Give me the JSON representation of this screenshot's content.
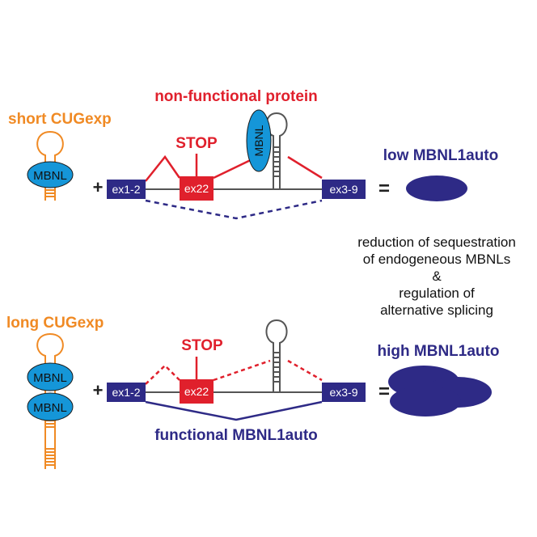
{
  "colors": {
    "orange": "#F08A24",
    "red": "#E0202C",
    "navy": "#2E2A86",
    "mbnl_blue": "#1596D8",
    "grey": "#555555"
  },
  "top": {
    "label": "short CUGexp",
    "mbnl": "MBNL",
    "plus": "+",
    "ex1": "ex1-2",
    "ex22": "ex22",
    "ex3": "ex3-9",
    "stop": "STOP",
    "title": "non-functional protein",
    "bound_mbnl": "MBNL",
    "equals": "=",
    "result": "low MBNL1auto"
  },
  "middle_note": {
    "line1": "reduction of sequestration",
    "line2": "of endogeneous MBNLs",
    "line3": "&",
    "line4": "regulation of",
    "line5": "alternative splicing"
  },
  "bottom": {
    "label": "long CUGexp",
    "mbnl_a": "MBNL",
    "mbnl_b": "MBNL",
    "plus": "+",
    "ex1": "ex1-2",
    "ex22": "ex22",
    "ex3": "ex3-9",
    "stop": "STOP",
    "equals": "=",
    "result": "high MBNL1auto",
    "functional": "functional MBNL1auto"
  }
}
